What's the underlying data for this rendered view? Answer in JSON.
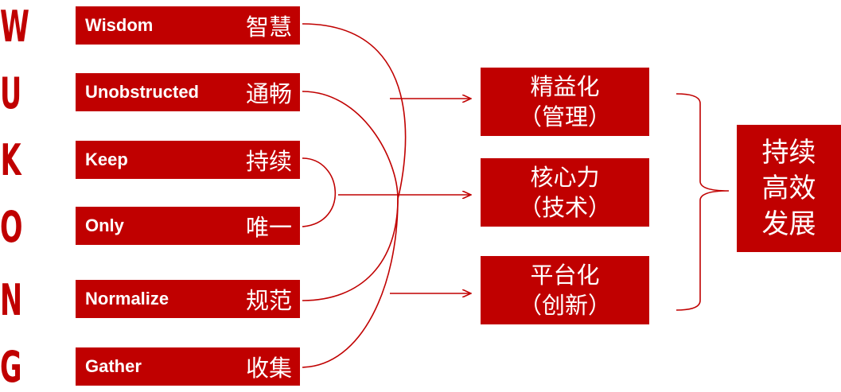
{
  "acronym_letters": [
    "W",
    "U",
    "K",
    "O",
    "N",
    "G"
  ],
  "principles": [
    {
      "en": "Wisdom",
      "zh": "智慧"
    },
    {
      "en": "Unobstructed",
      "zh": "通畅"
    },
    {
      "en": "Keep",
      "zh": "持续"
    },
    {
      "en": "Only",
      "zh": "唯一"
    },
    {
      "en": "Normalize",
      "zh": "规范"
    },
    {
      "en": "Gather",
      "zh": "收集"
    }
  ],
  "outcomes": [
    {
      "line1": "精益化",
      "line2": "（管理）"
    },
    {
      "line1": "核心力",
      "line2": "（技术）"
    },
    {
      "line1": "平台化",
      "line2": "（创新）"
    }
  ],
  "result": {
    "line1": "持续",
    "line2": "高效",
    "line3": "发展"
  },
  "colors": {
    "accent": "#c00000",
    "text_on_accent": "#ffffff"
  }
}
